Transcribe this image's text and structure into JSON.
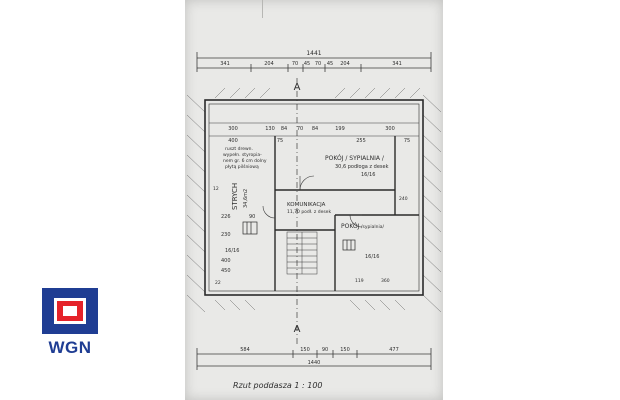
{
  "drawing": {
    "dimensions": {
      "top_total": "1441",
      "top_segments": [
        "341",
        "204",
        "70",
        "45",
        "70",
        "45",
        "204",
        "341"
      ],
      "inner_top": [
        "300",
        "130",
        "84",
        "70",
        "84",
        "199",
        "300"
      ],
      "inner_second": [
        "400",
        "75",
        "255",
        "75"
      ],
      "left_room_dims": [
        "226",
        "90",
        "230",
        "16/16",
        "400",
        "450"
      ],
      "bottom_segments": [
        "584",
        "150",
        "90",
        "150",
        "477"
      ],
      "bottom_total": "1440",
      "misc": [
        "12",
        "22",
        "240",
        "119",
        "360"
      ]
    },
    "section_marker": "A",
    "rooms": {
      "attic_label": "STRYCH",
      "attic_area": "34,6m2",
      "attic_note_lines": [
        "ruszt drewn.",
        "wypełn. styropia-",
        "nem gr. 6 cm dolny",
        "płytą pilśniową"
      ],
      "bedroom_label": "POKÓJ / SYPIALNIA /",
      "bedroom_detail": "30,6 podłoga z desek",
      "bedroom_ratio": "16/16",
      "hall_label": "KOMUNIKACJA",
      "hall_detail": "11,70 podł. z desek",
      "room3_label": "POKÓJ",
      "room3_detail": "/sypialnia/",
      "room3_ratio": "16/16"
    },
    "caption": "Rzut poddasza 1 : 100"
  },
  "brand": {
    "name": "WGN",
    "primary_color": "#1f3d93",
    "accent_color": "#e5232a"
  }
}
